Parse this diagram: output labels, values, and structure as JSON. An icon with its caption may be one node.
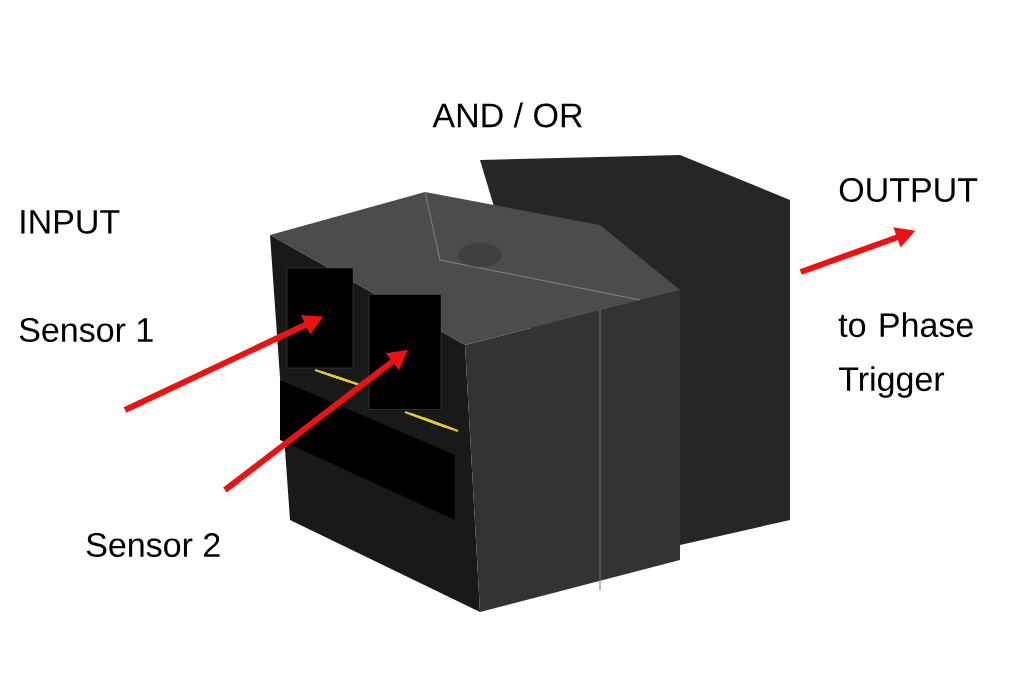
{
  "diagram": {
    "nodes": [
      {
        "text": [],
        "shape": "picture"
      },
      {
        "text": [],
        "shape": "box"
      },
      {
        "text": [],
        "shape": "box"
      }
    ],
    "edges": [
      {
        "from": null,
        "to": 1,
        "arrow": "to",
        "color": "#ee1111"
      },
      {
        "from": null,
        "to": 2,
        "arrow": "to",
        "color": "#ee1111"
      },
      {
        "from": 0,
        "to": null,
        "arrow": "to",
        "color": "#ee1111"
      }
    ],
    "labels": [
      "AND / OR",
      "OUTPUT",
      "INPUT",
      "Sensor 1",
      "to Phase Trigger",
      "Sensor 2"
    ]
  }
}
